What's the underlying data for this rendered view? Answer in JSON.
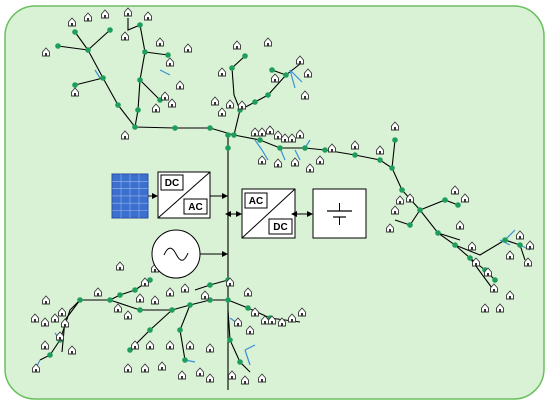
{
  "diagram": {
    "background": "#d9f2d6",
    "border_color": "#6abf5e",
    "line_color": "#000000",
    "node_color": "#1e9e5a",
    "branch_color": "#3a8fd6",
    "house_color": "#333333",
    "pv_color": "#3b6fd0",
    "inverter_labels": {
      "dc": "DC",
      "ac": "AC"
    },
    "converter_labels": {
      "ac": "AC",
      "dc": "DC"
    },
    "components": [
      "pv-array",
      "dc-ac-inverter",
      "ac-generator",
      "ac-dc-converter",
      "battery"
    ]
  }
}
